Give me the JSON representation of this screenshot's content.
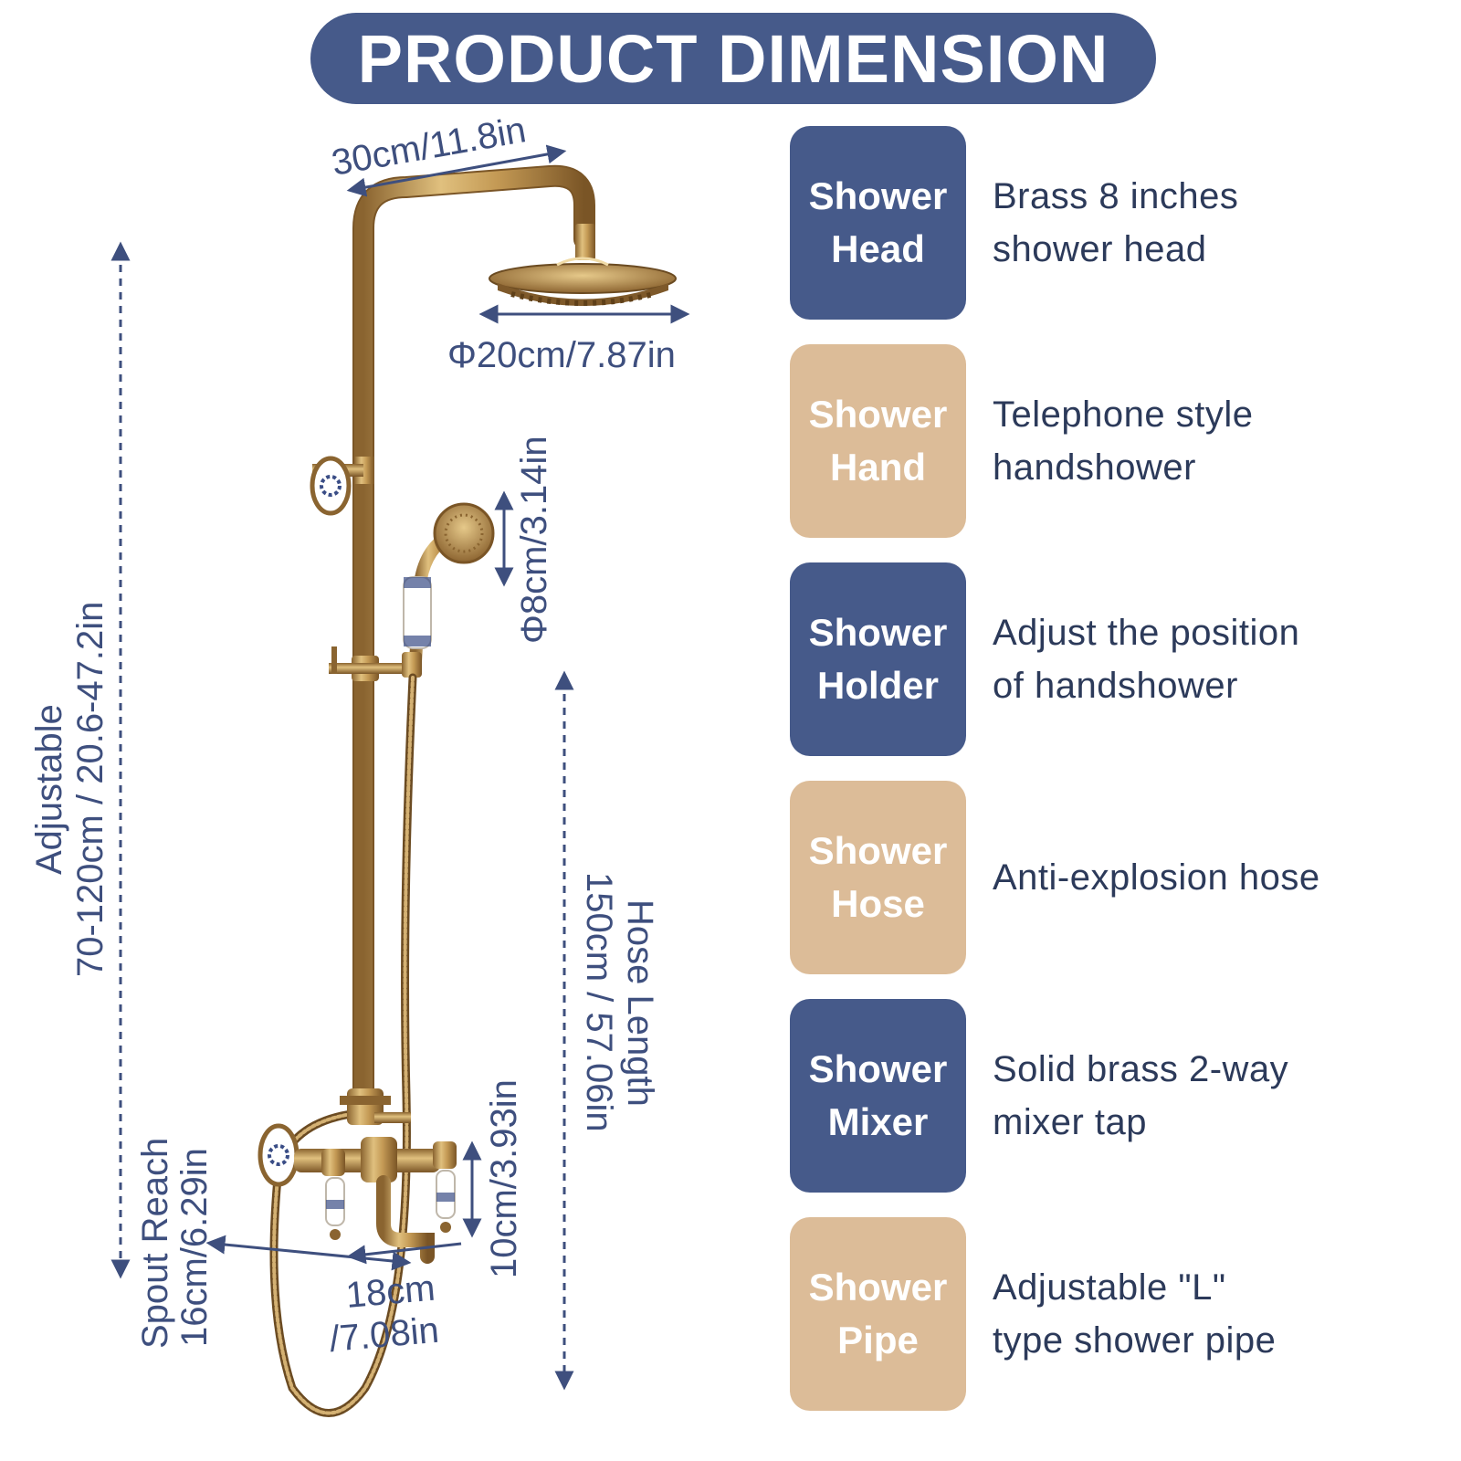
{
  "banner": {
    "title": "PRODUCT DIMENSION"
  },
  "dimensions": {
    "arm_length": "30cm/11.8in",
    "head_diameter": "Φ20cm/7.87in",
    "hand_diameter": "Φ8cm/3.14in",
    "adjustable_label": "Adjustable",
    "adjustable_value": "70-120cm / 20.6-47.2in",
    "hose_label": "Hose Length",
    "hose_value": "150cm / 57.06in",
    "spout_label": "Spout Reach",
    "spout_value": "16cm/6.29in",
    "mixer_width_1": "18cm",
    "mixer_width_2": "/7.08in",
    "mixer_height": "10cm/3.93in"
  },
  "features": [
    {
      "title_1": "Shower",
      "title_2": "Head",
      "desc_1": "Brass 8 inches",
      "desc_2": "shower head",
      "color": "#465a8a"
    },
    {
      "title_1": "Shower",
      "title_2": "Hand",
      "desc_1": "Telephone style",
      "desc_2": "handshower",
      "color": "#dcbc98"
    },
    {
      "title_1": "Shower",
      "title_2": "Holder",
      "desc_1": "Adjust the position",
      "desc_2": "of handshower",
      "color": "#465a8a"
    },
    {
      "title_1": "Shower",
      "title_2": "Hose",
      "desc_1": "Anti-explosion hose",
      "desc_2": "",
      "color": "#dcbc98"
    },
    {
      "title_1": "Shower",
      "title_2": "Mixer",
      "desc_1": "Solid brass 2-way",
      "desc_2": "mixer tap",
      "color": "#465a8a"
    },
    {
      "title_1": "Shower",
      "title_2": "Pipe",
      "desc_1": "Adjustable \"L\"",
      "desc_2": "type shower pipe",
      "color": "#dcbc98"
    }
  ],
  "colors": {
    "accent_blue": "#465a8a",
    "accent_tan": "#dcbc98",
    "brass": "#b8924f",
    "dimension_text": "#3e4f7e"
  }
}
